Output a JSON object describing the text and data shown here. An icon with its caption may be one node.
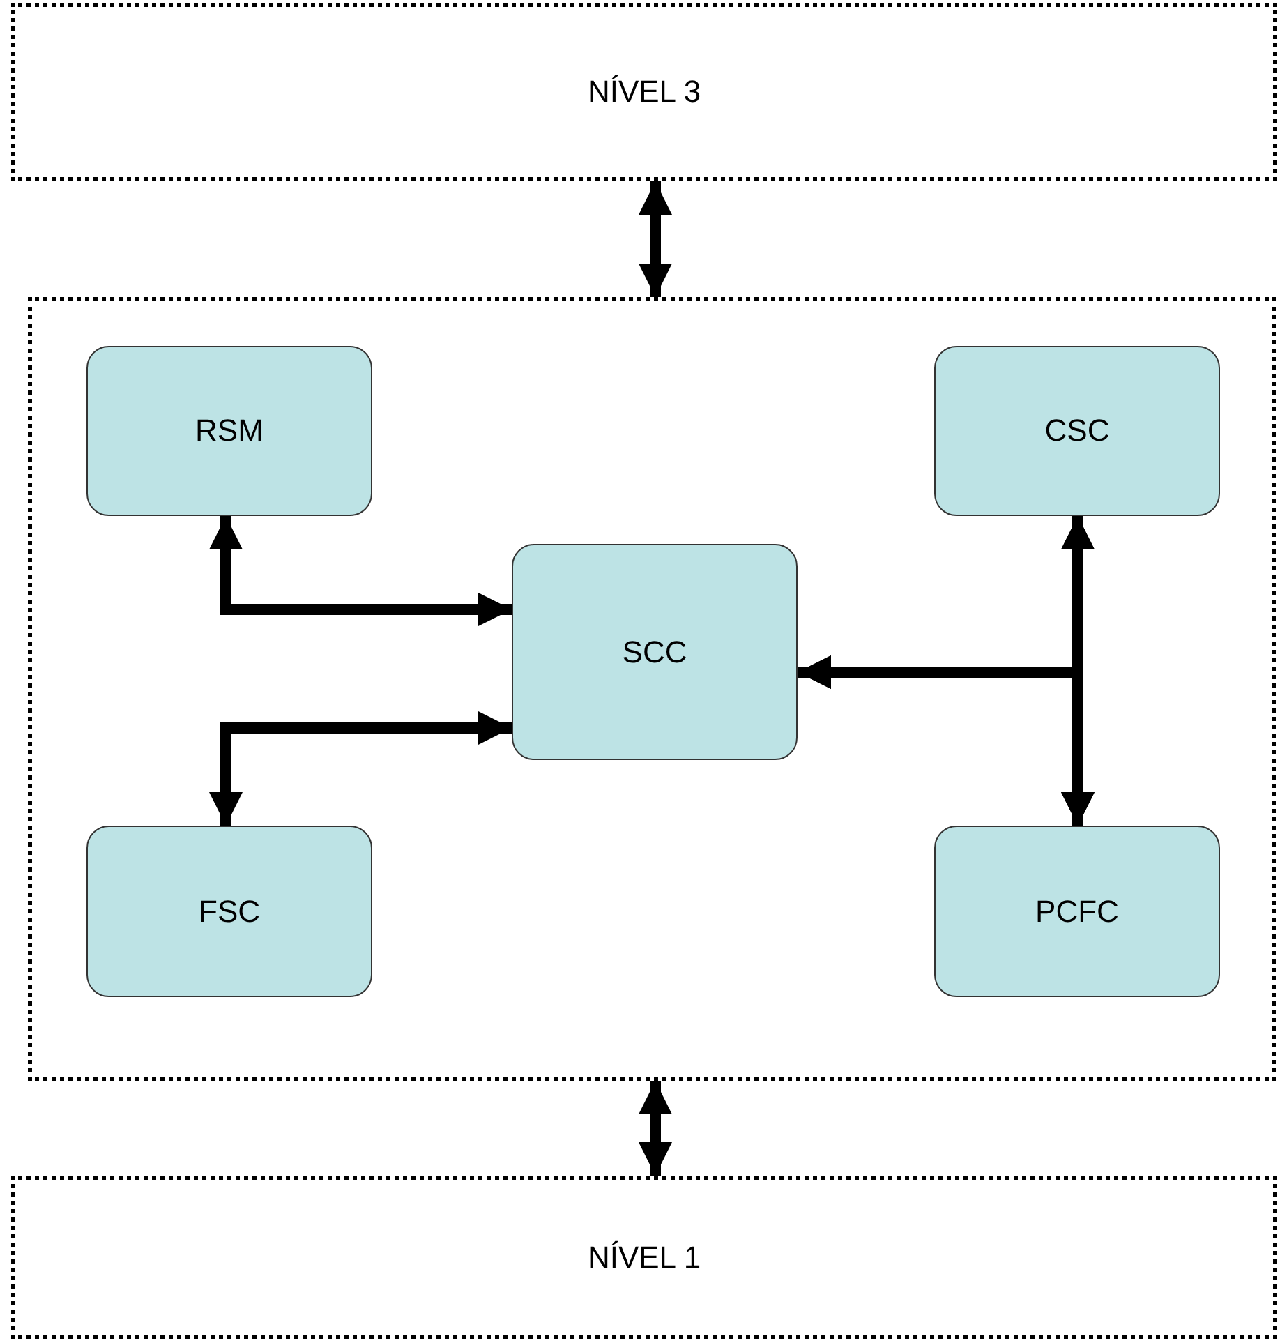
{
  "diagram": {
    "nodes": [
      {
        "text": [
          "NÍVEL 3"
        ]
      },
      {
        "text": [],
        "shape": "box"
      },
      {
        "text": [
          "RSM"
        ],
        "in": 1
      },
      {
        "text": [
          "CSC"
        ],
        "in": 1
      },
      {
        "text": [
          "SCC"
        ],
        "in": 1
      },
      {
        "text": [
          "FSC"
        ],
        "in": 1
      },
      {
        "text": [
          "PCFC"
        ],
        "in": 1
      },
      {
        "text": [
          "NÍVEL 1"
        ]
      }
    ],
    "edges": [
      {
        "from": 0,
        "to": 1,
        "arrow": "both"
      },
      {
        "from": 2,
        "to": 4,
        "arrow": "both"
      },
      {
        "from": 5,
        "to": 4,
        "arrow": "both"
      },
      {
        "from": 3,
        "to": 4,
        "arrow": "both"
      },
      {
        "from": 6,
        "to": 4,
        "arrow": "both"
      },
      {
        "from": 3,
        "to": 6,
        "arrow": "both"
      },
      {
        "from": 1,
        "to": 7,
        "arrow": "both"
      }
    ]
  }
}
